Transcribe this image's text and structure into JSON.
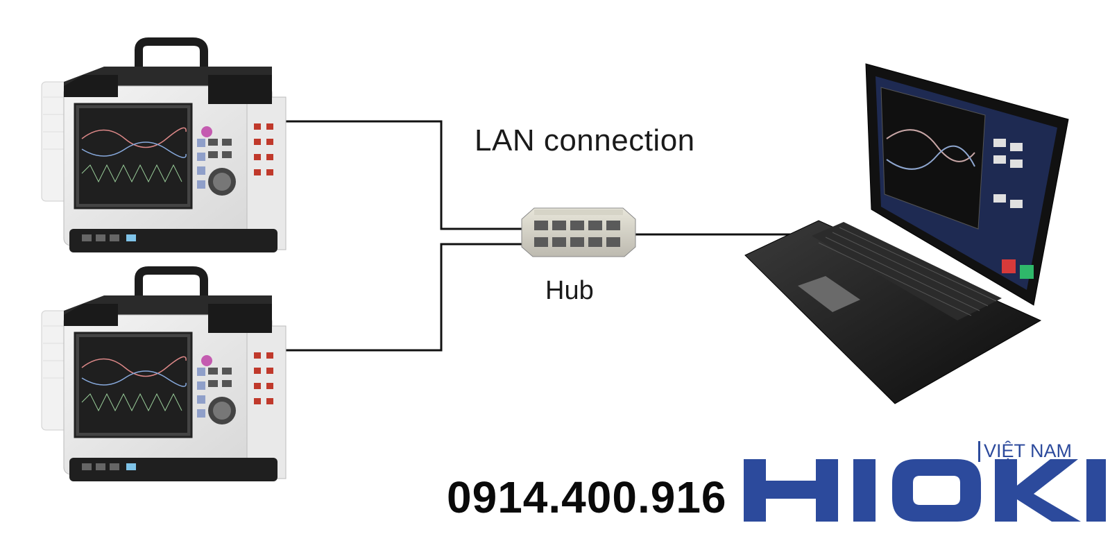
{
  "labels": {
    "lan_connection": "LAN connection",
    "hub": "Hub"
  },
  "contact": {
    "phone": "0914.400.916"
  },
  "brand": {
    "name": "HIOKI",
    "region": "VIỆT NAM",
    "color": "#2c4a9c"
  },
  "devices": [
    {
      "icon": "data-logger-icon"
    },
    {
      "icon": "data-logger-icon"
    },
    {
      "icon": "network-hub-icon"
    },
    {
      "icon": "laptop-icon"
    }
  ]
}
